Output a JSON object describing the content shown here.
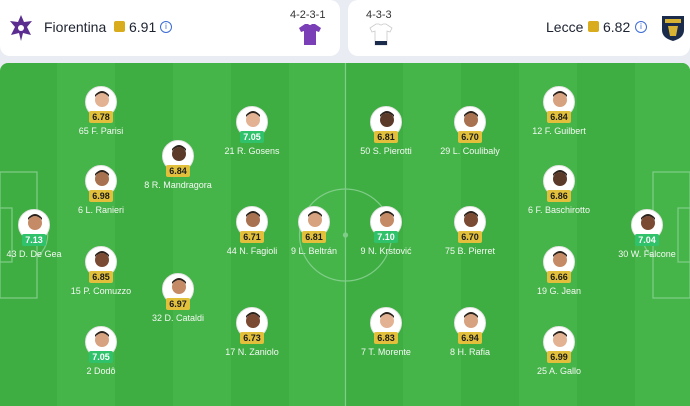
{
  "home": {
    "team": "Fiorentina",
    "rating": "6.91",
    "formation": "4-2-3-1",
    "crest_color": "#5b2d90",
    "kit_color": "#7a3fb6",
    "players": [
      {
        "number": "43",
        "name": "D. De Gea",
        "rating": "7.13",
        "tier": "g"
      },
      {
        "number": "65",
        "name": "F. Parisi",
        "rating": "6.78",
        "tier": "y"
      },
      {
        "number": "6",
        "name": "L. Ranieri",
        "rating": "6.98",
        "tier": "y"
      },
      {
        "number": "15",
        "name": "P. Comuzzo",
        "rating": "6.85",
        "tier": "y"
      },
      {
        "number": "2",
        "name": "Dodô",
        "rating": "7.05",
        "tier": "g"
      },
      {
        "number": "8",
        "name": "R. Mandragora",
        "rating": "6.84",
        "tier": "y"
      },
      {
        "number": "32",
        "name": "D. Cataldi",
        "rating": "6.97",
        "tier": "y"
      },
      {
        "number": "21",
        "name": "R. Gosens",
        "rating": "7.05",
        "tier": "g"
      },
      {
        "number": "44",
        "name": "N. Fagioli",
        "rating": "6.71",
        "tier": "y"
      },
      {
        "number": "17",
        "name": "N. Zaniolo",
        "rating": "6.73",
        "tier": "y"
      },
      {
        "number": "9",
        "name": "L. Beltrán",
        "rating": "6.81",
        "tier": "y"
      }
    ]
  },
  "away": {
    "team": "Lecce",
    "rating": "6.82",
    "formation": "4-3-3",
    "crest_color": "#1a2b4c",
    "kit_color": "#ffffff",
    "players": [
      {
        "number": "30",
        "name": "W. Falcone",
        "rating": "7.04",
        "tier": "g"
      },
      {
        "number": "12",
        "name": "F. Guilbert",
        "rating": "6.84",
        "tier": "y"
      },
      {
        "number": "6",
        "name": "F. Baschirotto",
        "rating": "6.86",
        "tier": "y"
      },
      {
        "number": "19",
        "name": "G. Jean",
        "rating": "6.66",
        "tier": "y"
      },
      {
        "number": "25",
        "name": "A. Gallo",
        "rating": "6.99",
        "tier": "y"
      },
      {
        "number": "29",
        "name": "L. Coulibaly",
        "rating": "6.70",
        "tier": "y"
      },
      {
        "number": "75",
        "name": "B. Pierret",
        "rating": "6.70",
        "tier": "y"
      },
      {
        "number": "8",
        "name": "H. Rafia",
        "rating": "6.94",
        "tier": "y"
      },
      {
        "number": "50",
        "name": "S. Pierotti",
        "rating": "6.81",
        "tier": "y"
      },
      {
        "number": "9",
        "name": "N. Krstović",
        "rating": "7.10",
        "tier": "g"
      },
      {
        "number": "7",
        "name": "T. Morente",
        "rating": "6.83",
        "tier": "y"
      }
    ]
  },
  "colors": {
    "pitch": "#3fae42",
    "rating_yellow": "#e2c03c",
    "rating_green": "#30c16b",
    "info_blue": "#3b6bd6"
  },
  "icons": {
    "info": "info-icon",
    "rating_square": "rating-square-icon"
  }
}
